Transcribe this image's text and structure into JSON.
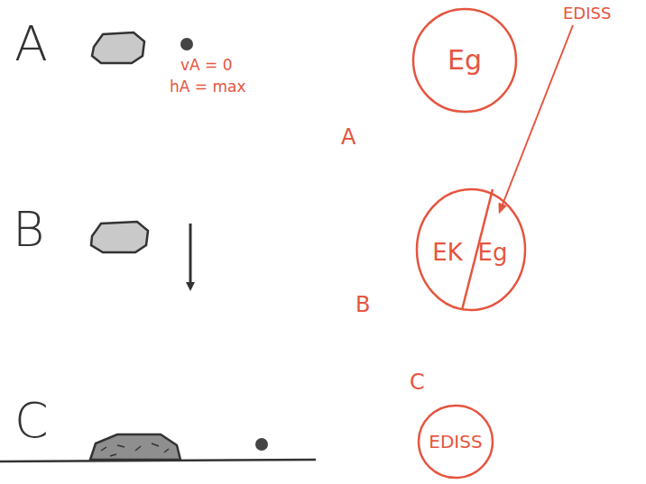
{
  "diagram": {
    "nodes": [
      {
        "text": [
          "Eg"
        ]
      },
      {
        "text": [
          "EK",
          "Eg"
        ]
      },
      {
        "text": [
          "EDISS"
        ]
      }
    ],
    "labels": [
      "A",
      "vA = 0",
      "hA = max",
      "B",
      "C",
      "A",
      "EDISS",
      "B",
      "C"
    ]
  }
}
